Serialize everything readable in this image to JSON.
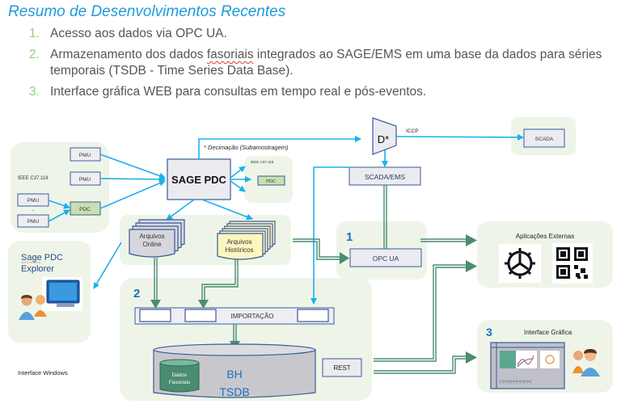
{
  "header": {
    "title": "Resumo de Desenvolvimentos Recentes",
    "items": [
      {
        "num": "1.",
        "text": "Acesso aos dados via OPC UA."
      },
      {
        "num": "2.",
        "pre": "Armazenamento dos dados ",
        "underlined": "fasoriais",
        "post": " integrados ao SAGE/EMS em uma base da dados para séries temporais (TSDB - Time Series Data Base)."
      },
      {
        "num": "3.",
        "text": "Interface gráfica WEB para consultas em tempo real e pós-eventos."
      }
    ]
  },
  "diagram": {
    "pmu_group": {
      "protocol": "IEEE C37.118",
      "pmu_label": "PMU",
      "ellipsis": "..",
      "pdc_label": "PDC"
    },
    "sage_pdc": "SAGE PDC",
    "remote_pdc": {
      "protocol": "IEEE C37.118",
      "pdc_label": "PDC"
    },
    "decimation_note": "* Decimação  (Subamostragem)",
    "decimator": "D*",
    "iccp": "ICCP",
    "scada": "SCADA",
    "scada_ems": "SCADA/EMS",
    "archives_online": [
      "Arquivos",
      "Online"
    ],
    "archives_historic": [
      "Arquivos",
      "Históricos"
    ],
    "explorer": {
      "line1": "Sage PDC",
      "line2": "Explorer",
      "caption": "Interface Windows"
    },
    "opc": {
      "number": "1",
      "label": "OPC UA"
    },
    "external": {
      "title": "Aplicações Externas"
    },
    "storage": {
      "number": "2",
      "import_label": "IMPORTAÇÃO",
      "db_line1": "BH",
      "db_line2": "TSDB",
      "inner_line1": "Dados",
      "inner_line2": "Fasoriais",
      "rest_label": "REST"
    },
    "gui": {
      "number": "3",
      "title": "Interface Gráfica"
    }
  },
  "colors": {
    "title_blue": "#1f9bd8",
    "number_green": "#8fcf7f",
    "panel_green": "#eef5e8",
    "box_border": "#3a5a9a",
    "box_fill": "#e8e8ee",
    "arrow_blue": "#1ab0ee",
    "arrow_green": "#4a8c70",
    "num_blue": "#1a6fc0"
  }
}
